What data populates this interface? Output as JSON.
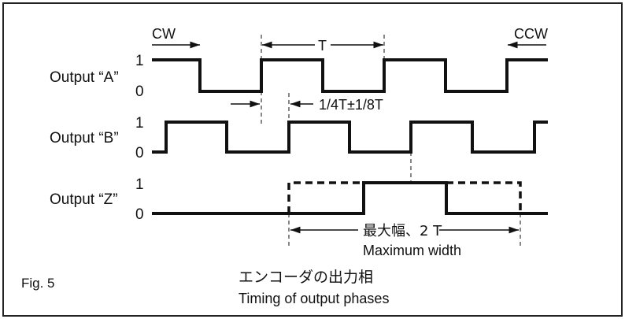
{
  "signals": [
    {
      "id": "a",
      "label": "Output “A”",
      "high": "1",
      "low": "0"
    },
    {
      "id": "b",
      "label": "Output “B”",
      "high": "1",
      "low": "0"
    },
    {
      "id": "z",
      "label": "Output “Z”",
      "high": "1",
      "low": "0"
    }
  ],
  "direction": {
    "cw": "CW",
    "ccw": "CCW"
  },
  "period_label": "T",
  "phase_offset_label": "1/4T±1/8T",
  "z_width_label_jp": "最大幅、2 T",
  "z_width_label_en": "Maximum width",
  "figure_number": "Fig. 5",
  "caption_jp": "エンコーダの出力相",
  "caption_en": "Timing of output phases",
  "colors": {
    "ink": "#111111",
    "background": "#ffffff"
  }
}
